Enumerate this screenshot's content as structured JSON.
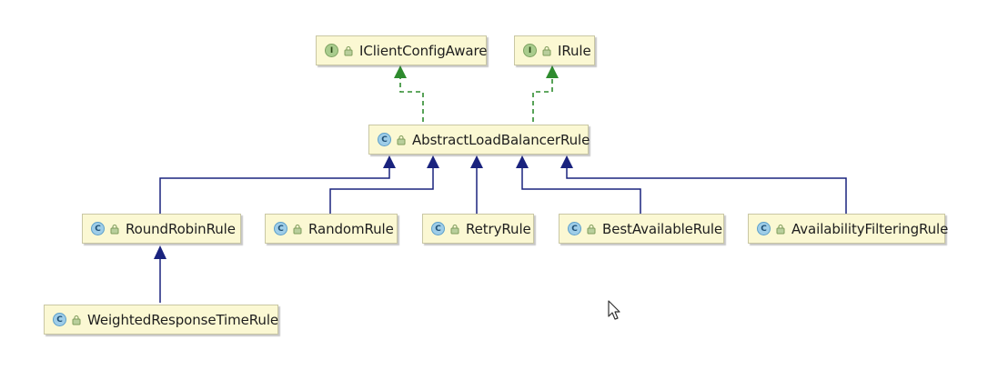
{
  "diagram": {
    "nodes": [
      {
        "id": "iclientconfigaware",
        "kind": "I",
        "label": "IClientConfigAware"
      },
      {
        "id": "irule",
        "kind": "I",
        "label": "IRule"
      },
      {
        "id": "abstractloadbalancerrule",
        "kind": "C",
        "label": "AbstractLoadBalancerRule"
      },
      {
        "id": "roundrobinrule",
        "kind": "C",
        "label": "RoundRobinRule"
      },
      {
        "id": "randomrule",
        "kind": "C",
        "label": "RandomRule"
      },
      {
        "id": "retryrule",
        "kind": "C",
        "label": "RetryRule"
      },
      {
        "id": "bestavailablerule",
        "kind": "C",
        "label": "BestAvailableRule"
      },
      {
        "id": "availabilityfilteringrule",
        "kind": "C",
        "label": "AvailabilityFilteringRule"
      },
      {
        "id": "weightedresponsetimerule",
        "kind": "C",
        "label": "WeightedResponseTimeRule"
      }
    ],
    "edges": [
      {
        "from": "abstractloadbalancerrule",
        "to": "iclientconfigaware",
        "type": "implements"
      },
      {
        "from": "abstractloadbalancerrule",
        "to": "irule",
        "type": "implements"
      },
      {
        "from": "roundrobinrule",
        "to": "abstractloadbalancerrule",
        "type": "extends"
      },
      {
        "from": "randomrule",
        "to": "abstractloadbalancerrule",
        "type": "extends"
      },
      {
        "from": "retryrule",
        "to": "abstractloadbalancerrule",
        "type": "extends"
      },
      {
        "from": "bestavailablerule",
        "to": "abstractloadbalancerrule",
        "type": "extends"
      },
      {
        "from": "availabilityfilteringrule",
        "to": "abstractloadbalancerrule",
        "type": "extends"
      },
      {
        "from": "weightedresponsetimerule",
        "to": "roundrobinrule",
        "type": "extends"
      }
    ],
    "colors": {
      "implements_edge": "#2e8b2e",
      "extends_edge": "#1a237e",
      "node_fill": "#fbf8d3",
      "interface_badge": "#a9cc8d",
      "class_badge": "#9ecde8"
    }
  }
}
